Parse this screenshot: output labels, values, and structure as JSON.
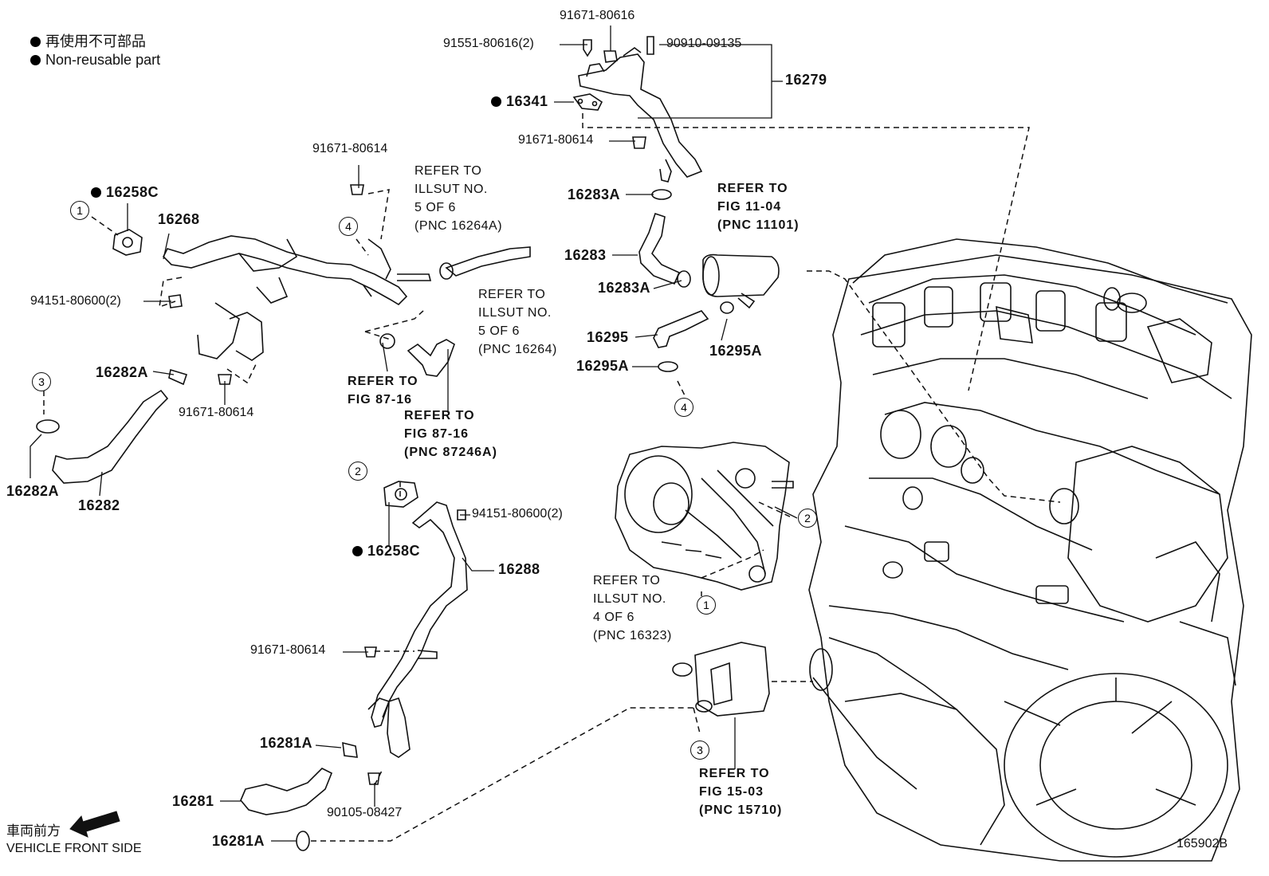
{
  "legend": {
    "jp": "再使用不可部品",
    "en": "Non-reusable part"
  },
  "parts": {
    "p91671_80616": "91671-80616",
    "p91551_80616": "91551-80616(2)",
    "p90910_09135": "90910-09135",
    "p16279": "16279",
    "p16341": "16341",
    "p91671_80614_top": "91671-80614",
    "p16283A_top": "16283A",
    "p16283": "16283",
    "p16283A_bot": "16283A",
    "p16295": "16295",
    "p16295A_right": "16295A",
    "p16295A_left": "16295A",
    "p91671_80614_mid": "91671-80614",
    "p16258C_top": "16258C",
    "p16268": "16268",
    "p94151_80600_left": "94151-80600(2)",
    "p16282A_top": "16282A",
    "p91671_80614_left": "91671-80614",
    "p16282A_bot": "16282A",
    "p16282": "16282",
    "p94151_80600_mid": "94151-80600(2)",
    "p16258C_bot": "16258C",
    "p16288": "16288",
    "p91671_80614_low": "91671-80614",
    "p16281A_top": "16281A",
    "p16281": "16281",
    "p90105_08427": "90105-08427",
    "p16281A_bot": "16281A"
  },
  "refs": {
    "r1": "REFER TO\nILLSUT NO.\n5 OF 6\n(PNC 16264A)",
    "r2": "REFER TO\nILLSUT NO.\n5 OF 6\n(PNC 16264)",
    "r3": "REFER TO\nFIG 87-16",
    "r4": "REFER TO\nFIG 87-16\n(PNC 87246A)",
    "r5": "REFER TO\nFIG 11-04\n(PNC 11101)",
    "r6": "REFER TO\nILLSUT NO.\n4 OF 6\n(PNC 16323)",
    "r7": "REFER TO\nFIG 15-03\n(PNC 15710)"
  },
  "callouts": {
    "c1": "1",
    "c2": "2",
    "c3": "3",
    "c4": "4"
  },
  "footer": {
    "direction_jp": "車両前方",
    "direction_en": "VEHICLE FRONT SIDE",
    "figure_id": "165902B"
  }
}
